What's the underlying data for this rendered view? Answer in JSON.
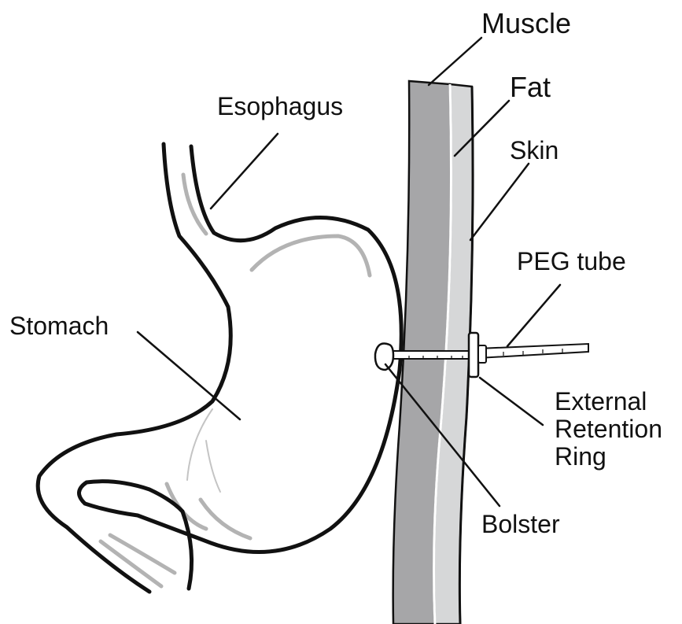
{
  "labels": {
    "muscle": "Muscle",
    "fat": "Fat",
    "skin": "Skin",
    "esophagus": "Esophagus",
    "peg_tube": "PEG tube",
    "stomach": "Stomach",
    "external_retention_ring": [
      "External",
      "Retention",
      "Ring"
    ],
    "bolster": "Bolster"
  },
  "colors": {
    "muscle": "#a6a6a8",
    "fat": "#d6d7d8",
    "skin": "#ffffff",
    "outline": "#111111",
    "shading": "#b3b3b3"
  }
}
